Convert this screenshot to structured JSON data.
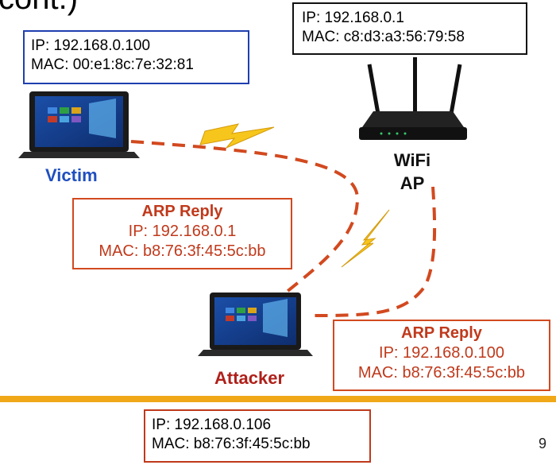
{
  "title_fragment": "cont.)",
  "victim": {
    "label": "Victim",
    "ip": "IP: 192.168.0.100",
    "mac": "MAC: 00:e1:8c:7e:32:81"
  },
  "router": {
    "label_line1": "WiFi",
    "label_line2": "AP",
    "ip": "IP: 192.168.0.1",
    "mac": "MAC: c8:d3:a3:56:79:58"
  },
  "arp_to_victim": {
    "heading": "ARP Reply",
    "ip": "IP: 192.168.0.1",
    "mac": "MAC: b8:76:3f:45:5c:bb"
  },
  "arp_to_router": {
    "heading": "ARP Reply",
    "ip": "IP: 192.168.0.100",
    "mac": "MAC: b8:76:3f:45:5c:bb"
  },
  "attacker": {
    "label": "Attacker",
    "ip": "IP: 192.168.0.106",
    "mac": "MAC: b8:76:3f:45:5c:bb"
  },
  "page_number": "9",
  "colors": {
    "link_dash": "#d2491f",
    "bolt": "#f7c61c",
    "divider": "#f0a818"
  }
}
